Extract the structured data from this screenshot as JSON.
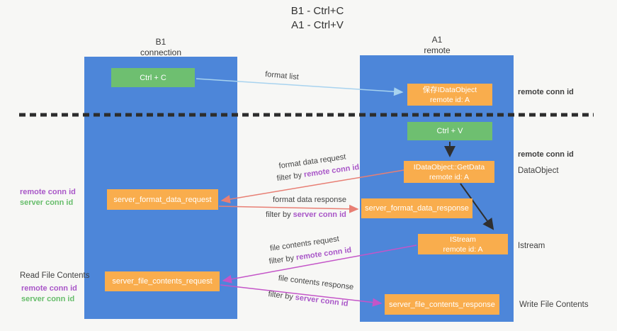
{
  "title": {
    "line1": "B1 - Ctrl+C",
    "line2": "A1 - Ctrl+V"
  },
  "lifelines": {
    "b1": {
      "name": "B1",
      "subtitle": "connection"
    },
    "a1": {
      "name": "A1",
      "subtitle": "remote"
    }
  },
  "boxes": {
    "ctrl_c": {
      "label": "Ctrl + C"
    },
    "ctrl_v": {
      "label": "Ctrl + V"
    },
    "save_idataobject": {
      "line1": "保存IDataObject",
      "line2": "remote id: A"
    },
    "getdata": {
      "line1": "IDataObject::GetData",
      "line2": "remote id: A"
    },
    "istream": {
      "line1": "IStream",
      "line2": "remote id: A"
    },
    "format_request": {
      "label": "server_format_data_request"
    },
    "format_response": {
      "label": "server_format_data_response"
    },
    "file_request": {
      "label": "server_file_contents_request"
    },
    "file_response": {
      "label": "server_file_contents_response"
    }
  },
  "arrow_labels": {
    "format_list": "format list",
    "format_data_request": "format data request",
    "format_data_response": "format data response",
    "file_contents_request": "file contents request",
    "file_contents_response": "file contents response",
    "filter_by": "filter by ",
    "remote_conn_id": "remote conn id",
    "server_conn_id": "server conn id"
  },
  "side_labels": {
    "remote_conn_id": "remote conn id",
    "server_conn_id": "server conn id",
    "dataobject": "DataObject",
    "istream": "Istream",
    "read_file_contents": "Read File Contents",
    "write_file_contents": "Write File Contents"
  },
  "colors": {
    "background": "#f7f7f5",
    "lifeline_blue": "#4d86d9",
    "box_green": "#6ebf70",
    "box_orange": "#f9ad4d",
    "arrow_salmon": "#e87f74",
    "arrow_magenta": "#c455c8",
    "arrow_blue": "#a8d3ef",
    "arrow_black": "#2f2f2f",
    "label_purple": "#a957c8",
    "label_green": "#67bd6b",
    "text_dark": "#3f3f3f"
  }
}
